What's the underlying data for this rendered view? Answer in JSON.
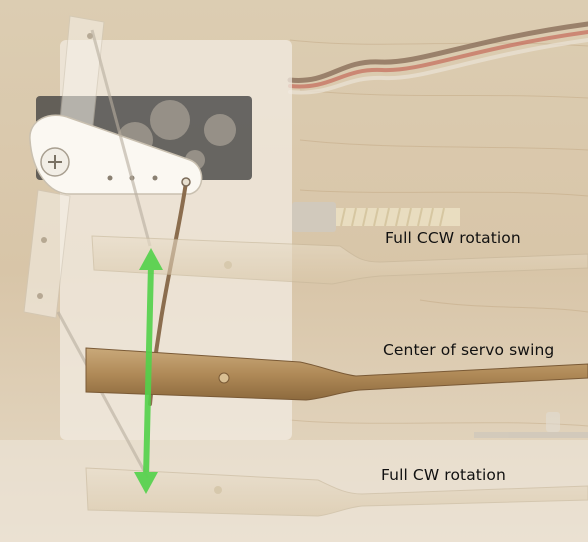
{
  "labels": {
    "full_ccw": "Full CCW rotation",
    "center": "Center of servo swing",
    "full_cw": "Full CW rotation"
  },
  "colors": {
    "arrow": "#52d24a",
    "brass": "#b9966a",
    "wood": "#c8ab86"
  }
}
